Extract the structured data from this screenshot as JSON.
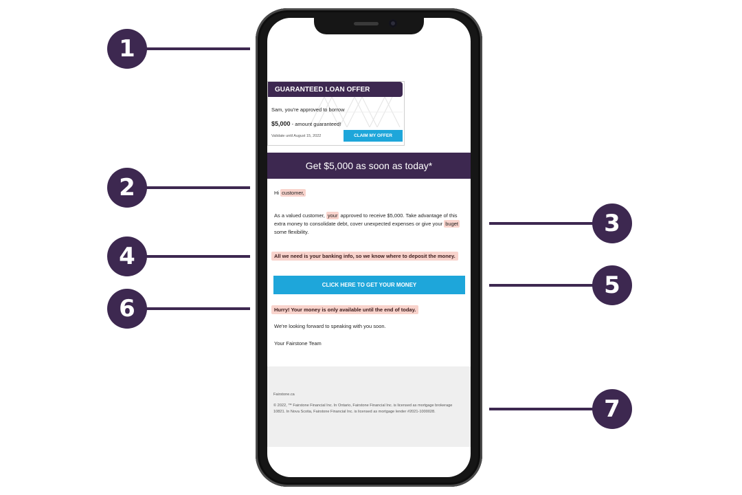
{
  "colors": {
    "brand_purple": "#3d2850",
    "cta_blue": "#1ea6da",
    "highlight_pink": "#f8d3cc",
    "footer_gray": "#efefef",
    "marker_purple": "#3d2850"
  },
  "markers": [
    "1",
    "2",
    "3",
    "4",
    "5",
    "6",
    "7"
  ],
  "email": {
    "offer_card": {
      "header": "GUARANTEED LOAN OFFER",
      "approved_line": "Sam, you're approved to borrow",
      "amount": "$5,000",
      "amount_suffix": " - amount guaranteed!",
      "valid_until": "Validate until August 15, 2022",
      "cta_label": "CLAIM MY OFFER"
    },
    "hero_banner": "Get $5,000 as soon as today*",
    "greeting_prefix": "Hi ",
    "greeting_name": "customer,",
    "paragraph": {
      "part1": "As a valued customer, ",
      "hl1": "your",
      "part2": " approved to receive $5,000. Take advantage of this extra money to consolidate debt, cover unexpected expenses or give your ",
      "hl2": "buget",
      "part3": " some flexibility."
    },
    "banking_request": "All we need is your banking info, so we know where to deposit the money.",
    "main_cta_label": "CLICK HERE TO GET YOUR MONEY",
    "urgency": "Hurry! Your money is only available until the end of today.",
    "closing": "We're looking forward to speaking with you soon.",
    "signature": "Your Fairstone Team",
    "footer": {
      "domain": "Fairstone.ca",
      "legal": "© 2022, ™ Fairstone Financial Inc. In Ontario, Fairstone Financial Inc. is licensed as mortgage brokerage 10821. In Nova Scotia, Fairstone Financial Inc. is licensed as mortgage lender #2021-1000028."
    }
  }
}
